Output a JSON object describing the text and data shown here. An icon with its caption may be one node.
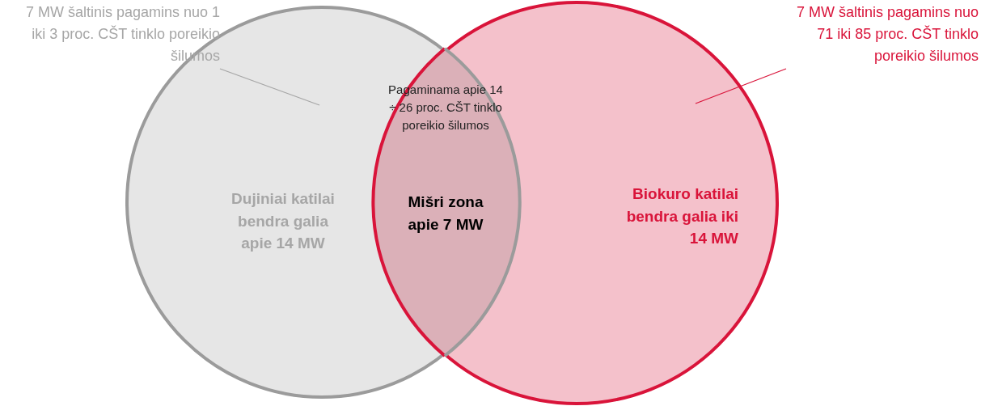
{
  "diagram": {
    "nodes": [
      {
        "text": [
          "7 MW šaltinis pagamins nuo 1 iki 3 proc. CŠT tinklo poreikio šilumos"
        ]
      },
      {
        "text": [
          "7 MW šaltinis pagamins nuo 71 iki 85 proc. CŠT tinklo poreikio šilumos"
        ]
      },
      {
        "text": [
          "Dujiniai katilai bendra galia apie 14 MW"
        ]
      },
      {
        "text": [
          "Pagaminama apie 14 ÷ 26 proc. CŠT tinklo poreikio šilumos",
          "Mišri zona apie 7 MW"
        ]
      },
      {
        "text": [
          "Biokuro katilai bendra galia iki 14 MW"
        ]
      }
    ],
    "edges": [
      {
        "from": 0,
        "to": 2,
        "arrow": "none"
      },
      {
        "from": 1,
        "to": 4,
        "arrow": "none",
        "color": "#d9143a"
      }
    ]
  }
}
